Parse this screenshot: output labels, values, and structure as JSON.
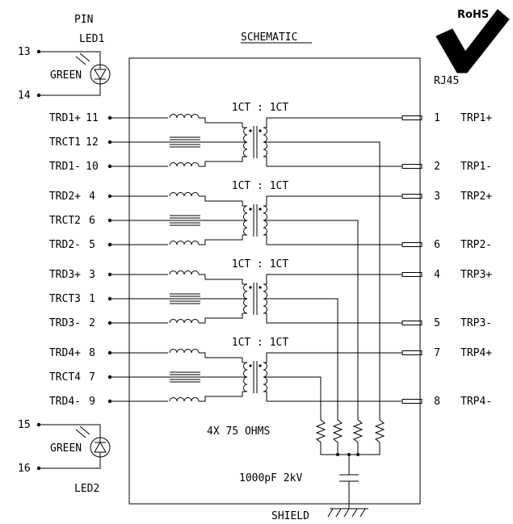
{
  "title": "SCHEMATIC",
  "rohs_label": "RoHS",
  "pin_header": "PIN",
  "connector_label": "RJ45",
  "leds": [
    {
      "name": "LED1",
      "color_label": "GREEN",
      "pin_top": "13",
      "pin_bottom": "14"
    },
    {
      "name": "LED2",
      "color_label": "GREEN",
      "pin_top": "15",
      "pin_bottom": "16"
    }
  ],
  "channels": [
    {
      "ratio": "1CT : 1CT",
      "left": [
        {
          "signal": "TRD1+",
          "pin": "11"
        },
        {
          "signal": "TRCT1",
          "pin": "12"
        },
        {
          "signal": "TRD1-",
          "pin": "10"
        }
      ],
      "right": [
        {
          "pin": "1",
          "signal": "TRP1+"
        },
        {
          "pin": "2",
          "signal": "TRP1-"
        }
      ]
    },
    {
      "ratio": "1CT : 1CT",
      "left": [
        {
          "signal": "TRD2+",
          "pin": "4"
        },
        {
          "signal": "TRCT2",
          "pin": "6"
        },
        {
          "signal": "TRD2-",
          "pin": "5"
        }
      ],
      "right": [
        {
          "pin": "3",
          "signal": "TRP2+"
        },
        {
          "pin": "6",
          "signal": "TRP2-"
        }
      ]
    },
    {
      "ratio": "1CT : 1CT",
      "left": [
        {
          "signal": "TRD3+",
          "pin": "3"
        },
        {
          "signal": "TRCT3",
          "pin": "1"
        },
        {
          "signal": "TRD3-",
          "pin": "2"
        }
      ],
      "right": [
        {
          "pin": "4",
          "signal": "TRP3+"
        },
        {
          "pin": "5",
          "signal": "TRP3-"
        }
      ]
    },
    {
      "ratio": "1CT : 1CT",
      "left": [
        {
          "signal": "TRD4+",
          "pin": "8"
        },
        {
          "signal": "TRCT4",
          "pin": "7"
        },
        {
          "signal": "TRD4-",
          "pin": "9"
        }
      ],
      "right": [
        {
          "pin": "7",
          "signal": "TRP4+"
        },
        {
          "pin": "8",
          "signal": "TRP4-"
        }
      ]
    }
  ],
  "resistor_label": "4X 75 OHMS",
  "capacitor_label": "1000pF 2kV",
  "shield_label": "SHIELD"
}
